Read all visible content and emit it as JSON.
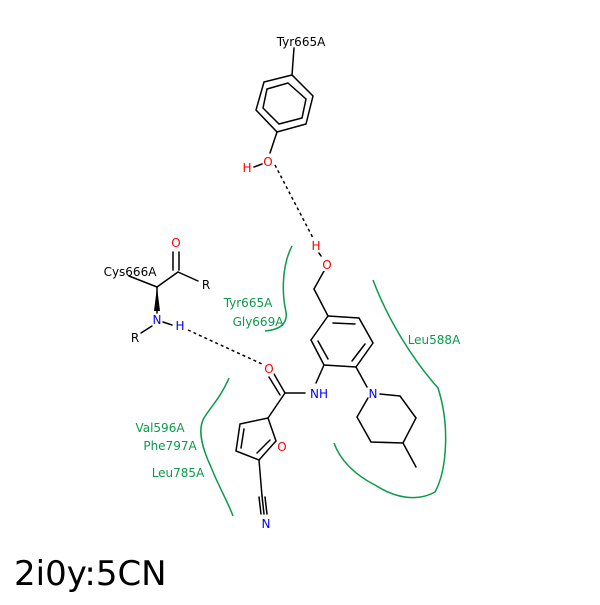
{
  "colors": {
    "bond": "#000000",
    "oxygen": "#ff0000",
    "nitrogen": "#0000ff",
    "residue_green": "#0b9a4a",
    "hbond": "#000000"
  },
  "caption": "2i0y:5CN",
  "residues": {
    "tyr_top": "Tyr665A",
    "cys": "Cys666A",
    "tyr_side": "Tyr665A",
    "gly": "Gly669A",
    "leu588": "Leu588A",
    "val": "Val596A",
    "phe": "Phe797A",
    "leu785": "Leu785A"
  },
  "atoms": {
    "tyr_o": "O",
    "tyr_h": "H",
    "lig_h": "H",
    "lig_o": "O",
    "cys_o": "O",
    "cys_r1": "R",
    "cys_n": "N",
    "cys_h": "H",
    "cys_r2": "R",
    "amide_o": "O",
    "amide_nh": "NH",
    "furan_o": "O",
    "pip_n": "N",
    "nitrile_n": "N"
  }
}
